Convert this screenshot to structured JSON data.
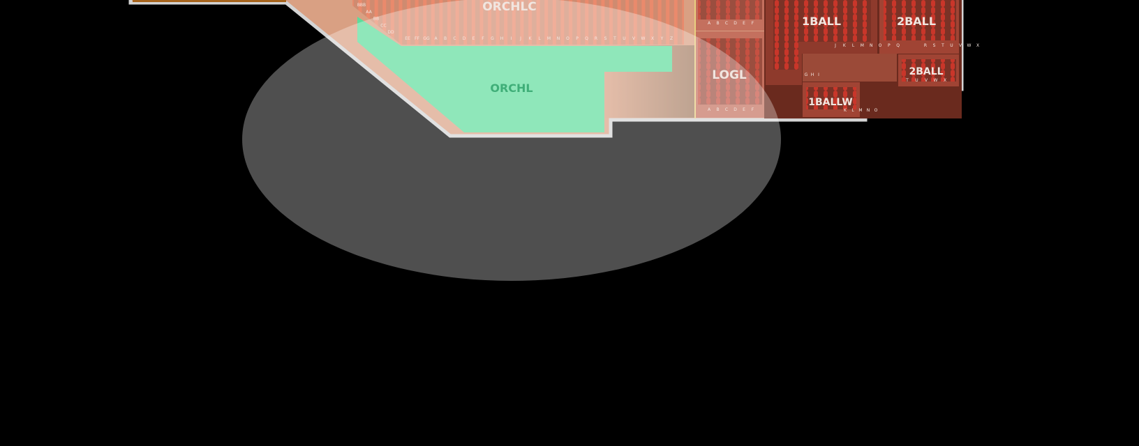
{
  "map": {
    "colors": {
      "background": "#000000",
      "outline": "#d4d4d4",
      "floor": "#d9a083",
      "orch_seat": "#e2876a",
      "green": "#5ddc9c",
      "balcony": "#b93a2c",
      "overlay": "rgba(255,255,255,0.31)"
    },
    "sections": {
      "orchestra_center": "ORCHLC",
      "orchestra_left": "ORCHL",
      "loge_left": "LOGL",
      "balcony1": "1BALL",
      "balcony2": "2BALL",
      "balcony2_lower": "2BALL",
      "balcony1_wing": "1BALLW"
    },
    "rows": {
      "orch_diagonal": [
        "BBB",
        "AA",
        "BB",
        "CC",
        "DD"
      ],
      "orch_bottom": [
        "EE",
        "FF",
        "GG",
        "A",
        "B",
        "C",
        "D",
        "E",
        "F",
        "G",
        "H",
        "I",
        "J",
        "K",
        "L",
        "M",
        "N",
        "O",
        "P",
        "Q",
        "R",
        "S",
        "T",
        "U",
        "V",
        "W",
        "X",
        "Y",
        "Z"
      ],
      "loge_top": [
        "A",
        "B",
        "C",
        "D",
        "E",
        "F"
      ],
      "loge_bottom": [
        "A",
        "B",
        "C",
        "D",
        "E",
        "F"
      ],
      "balcony1": [
        "J",
        "K",
        "L",
        "M",
        "N",
        "O",
        "P",
        "Q"
      ],
      "balcony1_left": [
        "G",
        "H",
        "I"
      ],
      "balcony2": [
        "R",
        "S",
        "T",
        "U",
        "V",
        "W",
        "X"
      ],
      "balcony2_lower": [
        "T",
        "U",
        "V",
        "W",
        "X"
      ],
      "balcony1_wing": [
        "K",
        "L",
        "M",
        "N",
        "O"
      ]
    }
  }
}
